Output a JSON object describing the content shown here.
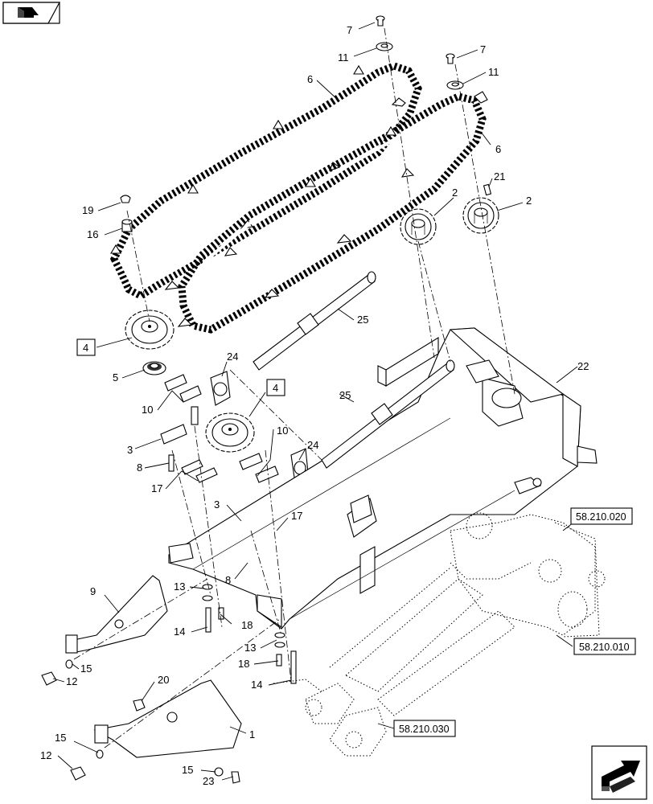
{
  "nav": {
    "prev_icon": "flipbook-back-icon",
    "next_icon": "arrow-navigate-icon"
  },
  "callouts": [
    {
      "id": "c7a",
      "label": "7"
    },
    {
      "id": "c11a",
      "label": "11"
    },
    {
      "id": "c7b",
      "label": "7"
    },
    {
      "id": "c11b",
      "label": "11"
    },
    {
      "id": "c6a",
      "label": "6"
    },
    {
      "id": "c6b",
      "label": "6"
    },
    {
      "id": "c21",
      "label": "21"
    },
    {
      "id": "c2a",
      "label": "2"
    },
    {
      "id": "c2b",
      "label": "2"
    },
    {
      "id": "c19",
      "label": "19"
    },
    {
      "id": "c16",
      "label": "16"
    },
    {
      "id": "c25a",
      "label": "25"
    },
    {
      "id": "c4a",
      "label": "4"
    },
    {
      "id": "c5",
      "label": "5"
    },
    {
      "id": "c24a",
      "label": "24"
    },
    {
      "id": "c22",
      "label": "22"
    },
    {
      "id": "c4b",
      "label": "4"
    },
    {
      "id": "c25b",
      "label": "25"
    },
    {
      "id": "c10a",
      "label": "10"
    },
    {
      "id": "c10b",
      "label": "10"
    },
    {
      "id": "c3a",
      "label": "3"
    },
    {
      "id": "c24b",
      "label": "24"
    },
    {
      "id": "c8a",
      "label": "8"
    },
    {
      "id": "c17a",
      "label": "17"
    },
    {
      "id": "c3b",
      "label": "3"
    },
    {
      "id": "c17b",
      "label": "17"
    },
    {
      "id": "c9",
      "label": "9"
    },
    {
      "id": "c13a",
      "label": "13"
    },
    {
      "id": "c8b",
      "label": "8"
    },
    {
      "id": "c14a",
      "label": "14"
    },
    {
      "id": "c18a",
      "label": "18"
    },
    {
      "id": "c15a",
      "label": "15"
    },
    {
      "id": "c12a",
      "label": "12"
    },
    {
      "id": "c13b",
      "label": "13"
    },
    {
      "id": "c18b",
      "label": "18"
    },
    {
      "id": "c14b",
      "label": "14"
    },
    {
      "id": "c20",
      "label": "20"
    },
    {
      "id": "c1",
      "label": "1"
    },
    {
      "id": "c15b",
      "label": "15"
    },
    {
      "id": "c12b",
      "label": "12"
    },
    {
      "id": "c15c",
      "label": "15"
    },
    {
      "id": "c23",
      "label": "23"
    }
  ],
  "references": [
    {
      "id": "r1",
      "label": "58.210.020"
    },
    {
      "id": "r2",
      "label": "58.210.010"
    },
    {
      "id": "r3",
      "label": "58.210.030"
    }
  ]
}
